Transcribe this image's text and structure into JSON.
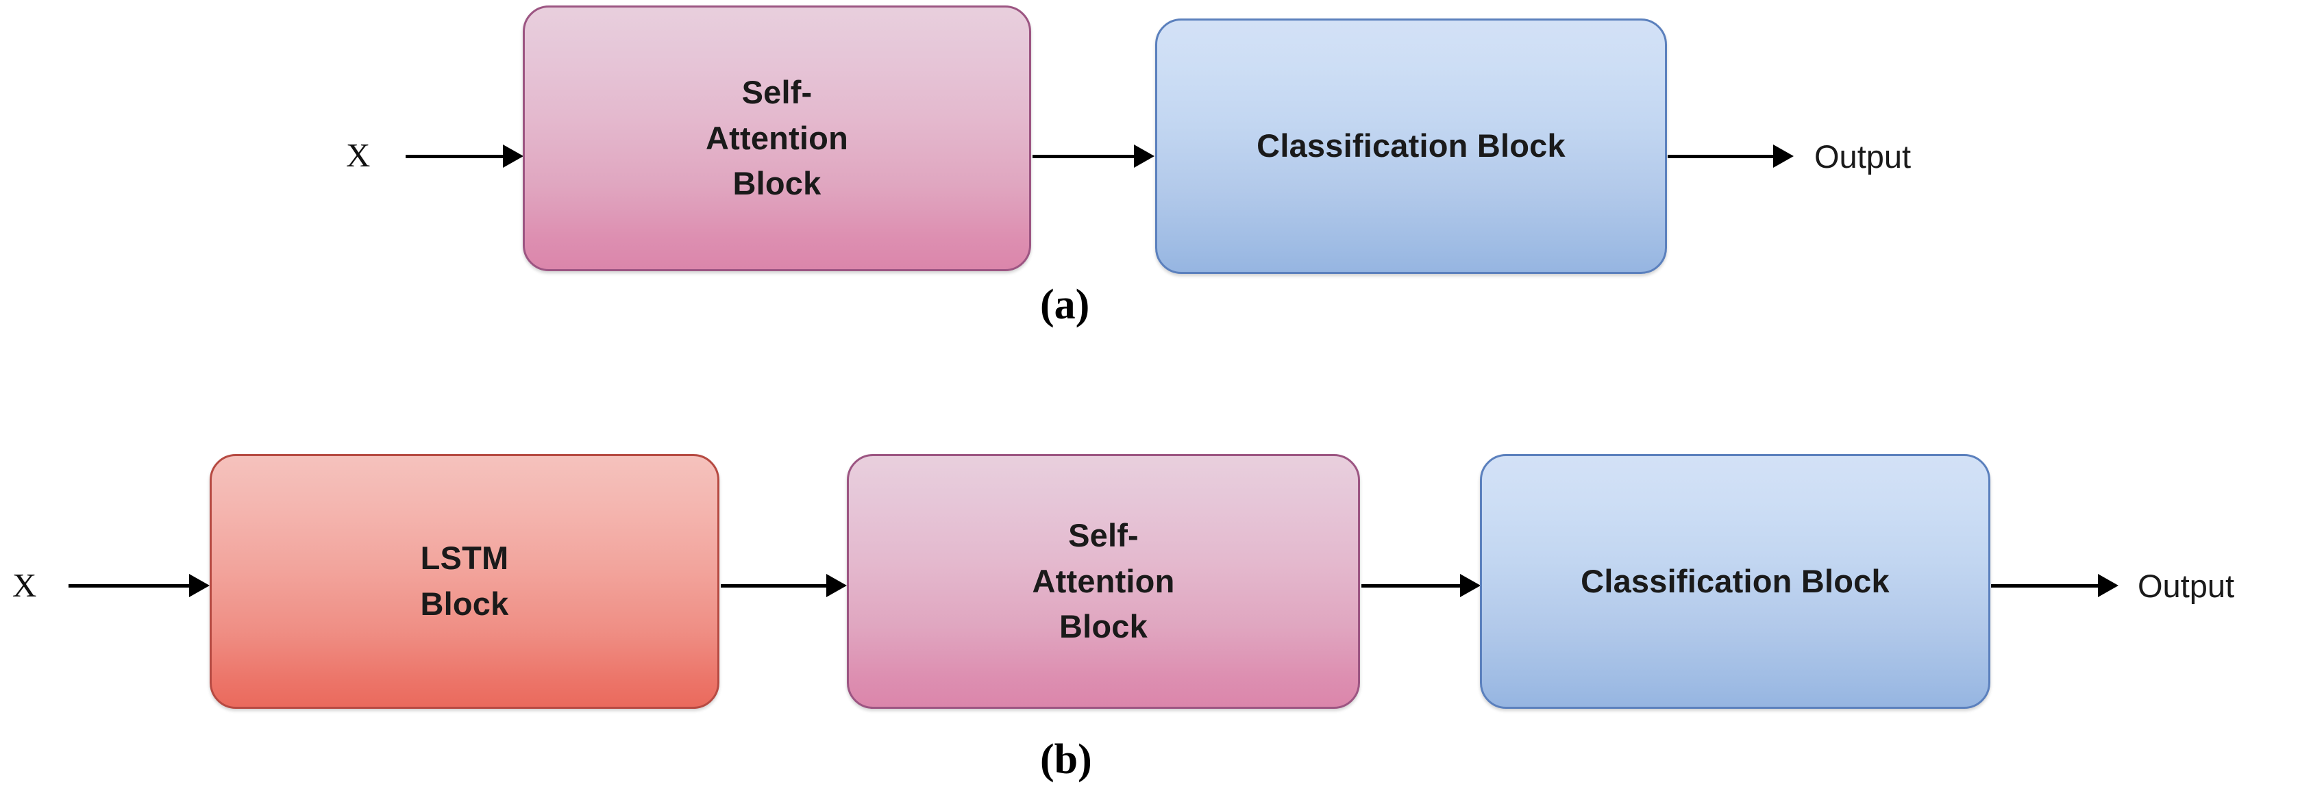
{
  "figure": {
    "background_color": "#ffffff",
    "panels": [
      {
        "id": "a",
        "caption": "(a)",
        "input_label": "X",
        "output_label": "Output",
        "blocks": [
          {
            "label": "Self-\nAttention\nBlock",
            "color": "#db86ab",
            "border_color": "#9c5582",
            "style": "pink"
          },
          {
            "label": "Classification Block",
            "color": "#96b5e1",
            "border_color": "#5b80bd",
            "style": "blue"
          }
        ]
      },
      {
        "id": "b",
        "caption": "(b)",
        "input_label": "X",
        "output_label": "Output",
        "blocks": [
          {
            "label": "LSTM\nBlock",
            "color": "#ea6a5d",
            "border_color": "#b64a42",
            "style": "red"
          },
          {
            "label": "Self-\nAttention\nBlock",
            "color": "#db86ab",
            "border_color": "#9c5582",
            "style": "pink"
          },
          {
            "label": "Classification Block",
            "color": "#96b5e1",
            "border_color": "#5b80bd",
            "style": "blue"
          }
        ]
      }
    ]
  }
}
